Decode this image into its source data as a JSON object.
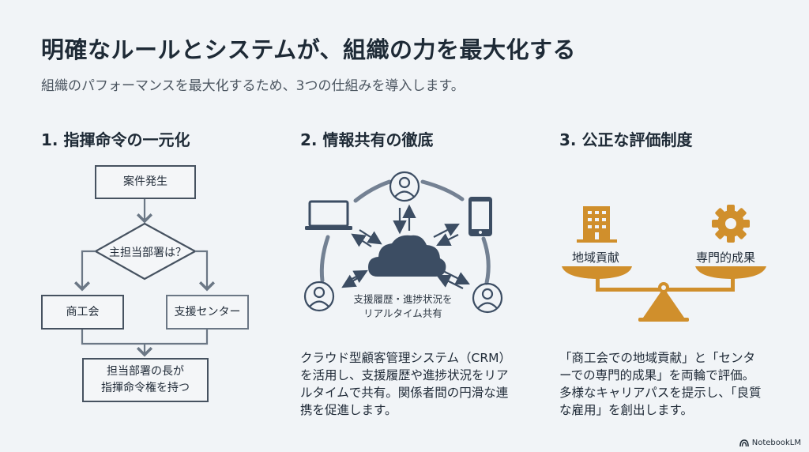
{
  "header": {
    "title": "明確なルールとシステムが、組織の力を最大化する",
    "subtitle": "組織のパフォーマンスを最大化するため、3つの仕組みを導入します。"
  },
  "sections": [
    {
      "title": "1. 指揮命令の一元化",
      "flowchart": {
        "start": "案件発生",
        "decision": "主担当部署は？",
        "left_branch": "商工会",
        "right_branch": "支援センター",
        "result_line1": "担当部署の長が",
        "result_line2": "指揮命令権を持つ"
      }
    },
    {
      "title": "2. 情報共有の徹底",
      "diagram": {
        "hub": "cloud-icon",
        "nodes": [
          "person-icon",
          "laptop-icon",
          "smartphone-icon",
          "person-icon",
          "person-icon"
        ],
        "caption_line1": "支援履歴・進捗状況を",
        "caption_line2": "リアルタイム共有"
      },
      "description": "クラウド型顧客管理システム（CRM）を活用し、支援履歴や進捗状況をリアルタイムで共有。関係者間の円滑な連携を促進します。"
    },
    {
      "title": "3. 公正な評価制度",
      "scale": {
        "left_label": "地域貢献",
        "left_icon": "building-icon",
        "right_label": "専門的成果",
        "right_icon": "gear-icon"
      },
      "description": "「商工会での地域貢献」と「センターでの専門的成果」を両輪で評価。多様なキャリアパスを提示し、「良質な雇用」を創出します。"
    }
  ],
  "colors": {
    "background": "#f1f4f7",
    "navy": "#3c4d63",
    "gold": "#d08f2c",
    "flow_stroke": "#465260"
  },
  "footer": {
    "brand": "NotebookLM"
  }
}
